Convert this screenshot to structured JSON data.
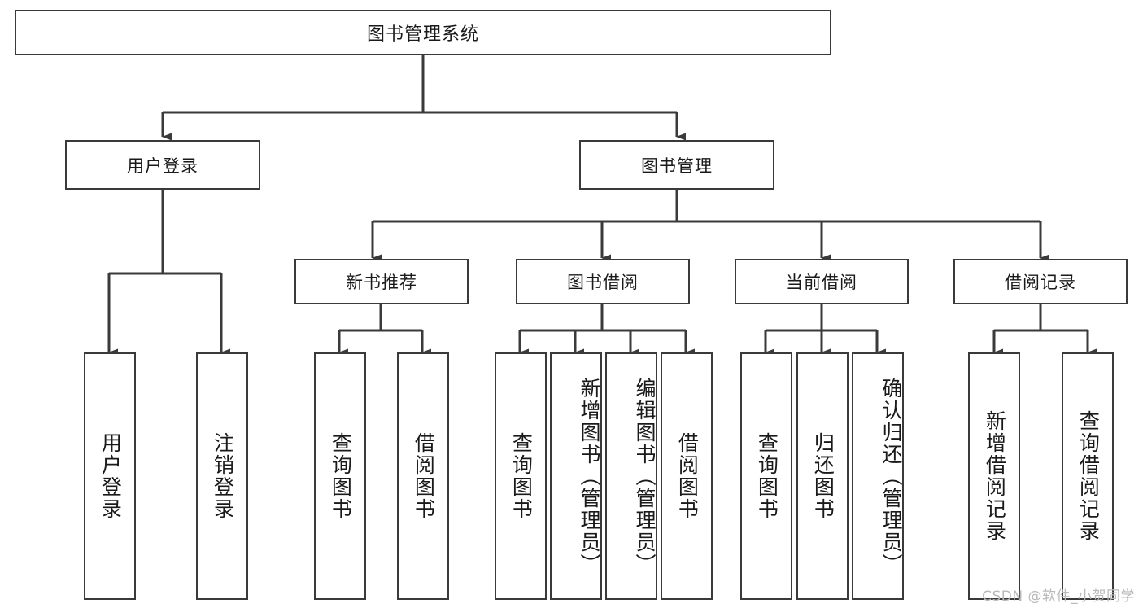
{
  "diagram": {
    "title": "图书管理系统",
    "type": "tree-hierarchy-chart",
    "watermark": "CSDN @软件_小贺同学",
    "colors": {
      "background": "#ffffff",
      "box_border": "#3a3a3a",
      "box_fill": "#ffffff",
      "text": "#1a1a1a",
      "edge": "#3a3a3a",
      "watermark": "#b9b9b9"
    },
    "root": {
      "label": "图书管理系统",
      "children": [
        {
          "label": "用户登录",
          "children": [
            {
              "label": "用户登录"
            },
            {
              "label": "注销登录"
            }
          ]
        },
        {
          "label": "图书管理",
          "children": [
            {
              "label": "新书推荐",
              "children": [
                {
                  "label": "查询图书"
                },
                {
                  "label": "借阅图书"
                }
              ]
            },
            {
              "label": "图书借阅",
              "children": [
                {
                  "label": "查询图书"
                },
                {
                  "label": "新增图书（管理员）"
                },
                {
                  "label": "编辑图书（管理员）"
                },
                {
                  "label": "借阅图书"
                }
              ]
            },
            {
              "label": "当前借阅",
              "children": [
                {
                  "label": "查询图书"
                },
                {
                  "label": "归还图书"
                },
                {
                  "label": "确认归还（管理员）"
                }
              ]
            },
            {
              "label": "借阅记录",
              "children": [
                {
                  "label": "新增借阅记录"
                },
                {
                  "label": "查询借阅记录"
                }
              ]
            }
          ]
        }
      ]
    },
    "nodes": {
      "root": "图书管理系统",
      "l1_user_login": "用户登录",
      "l1_book_mgmt": "图书管理",
      "l2_new_book_rec": "新书推荐",
      "l2_book_borrow": "图书借阅",
      "l2_current_borrow": "当前借阅",
      "l2_borrow_record": "借阅记录",
      "leaf_user_login": "用户登录",
      "leaf_logout": "注销登录",
      "leaf_query_book_a": "查询图书",
      "leaf_borrow_book_a": "借阅图书",
      "leaf_query_book_b": "查询图书",
      "leaf_add_book_admin": "新增图书（管理员）",
      "leaf_edit_book_admin": "编辑图书（管理员）",
      "leaf_borrow_book_b": "借阅图书",
      "leaf_query_book_c": "查询图书",
      "leaf_return_book": "归还图书",
      "leaf_confirm_return_admin": "确认归还（管理员）",
      "leaf_add_record": "新增借阅记录",
      "leaf_query_record": "查询借阅记录"
    }
  }
}
